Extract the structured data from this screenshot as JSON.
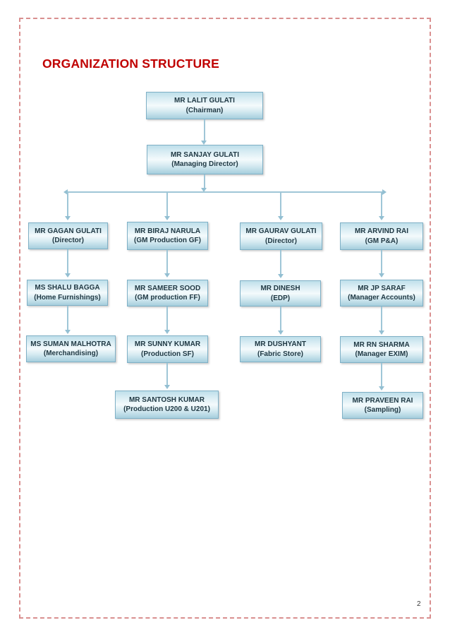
{
  "page": {
    "title": "ORGANIZATION STRUCTURE",
    "page_number": "2"
  },
  "colors": {
    "title_red": "#c00000",
    "page_border_red": "#d98f8f",
    "box_border_blue": "#7fb0c6",
    "box_fill_top": "#bedfea",
    "box_fill_middle": "#f4fafc",
    "box_fill_bottom": "#a6cedd",
    "connector_blue": "#9fc6d7",
    "text_navy": "#1e3742"
  },
  "org": {
    "root": {
      "name": "MR LALIT GULATI",
      "role": "(Chairman)"
    },
    "managing_director": {
      "name": "MR SANJAY GULATI",
      "role": "(Managing Director)"
    },
    "columns": [
      {
        "chain": [
          {
            "name": "MR GAGAN GULATI",
            "role": "(Director)"
          },
          {
            "name": "MS SHALU BAGGA",
            "role": "(Home Furnishings)"
          },
          {
            "name": "MS SUMAN MALHOTRA",
            "role": "(Merchandising)"
          }
        ]
      },
      {
        "chain": [
          {
            "name": "MR BIRAJ NARULA",
            "role": "(GM Production GF)"
          },
          {
            "name": "MR SAMEER SOOD",
            "role": "(GM production FF)"
          },
          {
            "name": "MR SUNNY KUMAR",
            "role": "(Production SF)"
          },
          {
            "name": "MR SANTOSH KUMAR",
            "role": "(Production U200 & U201)"
          }
        ]
      },
      {
        "chain": [
          {
            "name": "MR GAURAV GULATI",
            "role": "(Director)"
          },
          {
            "name": "MR DINESH",
            "role": "(EDP)"
          },
          {
            "name": "MR DUSHYANT",
            "role": "(Fabric Store)"
          }
        ]
      },
      {
        "chain": [
          {
            "name": "MR ARVIND RAI",
            "role": "(GM P&A)"
          },
          {
            "name": "MR JP SARAF",
            "role": "(Manager Accounts)"
          },
          {
            "name": "MR RN SHARMA",
            "role": "(Manager EXIM)"
          },
          {
            "name": "MR PRAVEEN RAI",
            "role": "(Sampling)"
          }
        ]
      }
    ]
  }
}
